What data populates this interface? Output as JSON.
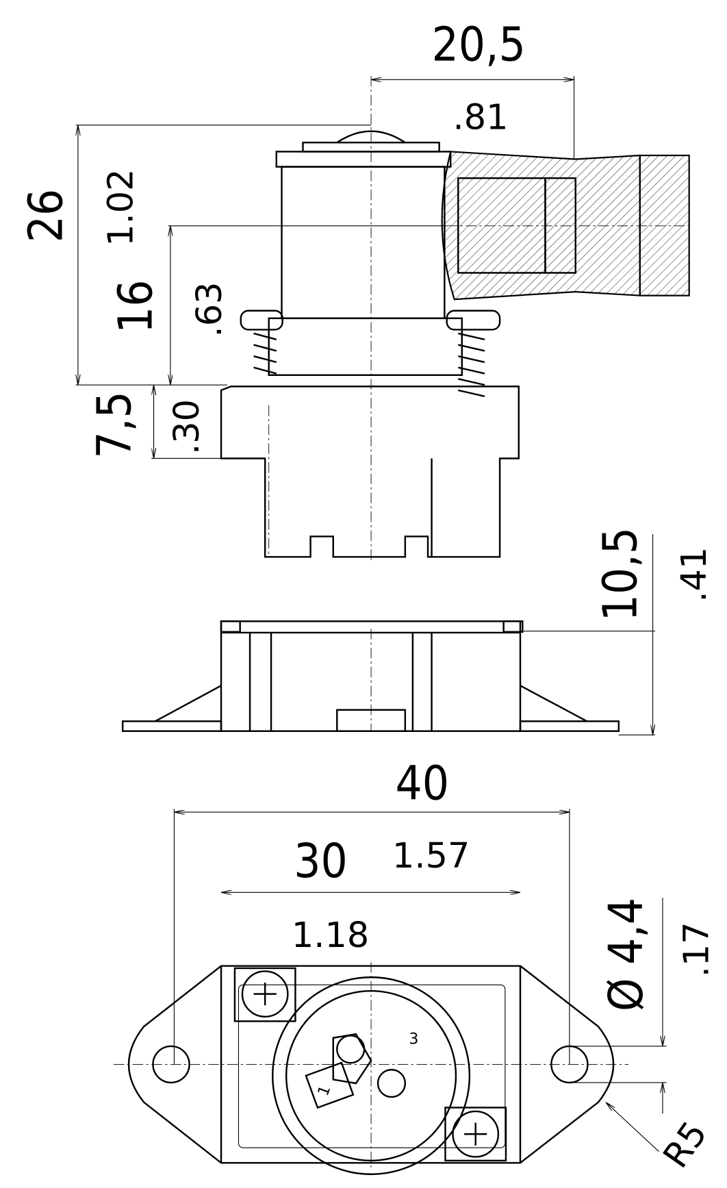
{
  "dimensions": {
    "top_width_mm": "20,5",
    "top_width_in": ".81",
    "height_total_mm": "26",
    "height_total_in": "1.02",
    "height_upper_mm": "16",
    "height_upper_in": ".63",
    "height_base_mm": "7,5",
    "height_base_in": ".30",
    "flange_height_mm": "10,5",
    "flange_height_in": ".41",
    "overall_width_mm": "40",
    "overall_width_in": "1.57",
    "hole_spacing_mm": "30",
    "hole_spacing_in": "1.18",
    "hole_diameter_mm": "Ø 4,4",
    "hole_diameter_in": ".17",
    "radius": "R5"
  },
  "pins": {
    "pin1": "1",
    "pin3": "3"
  }
}
